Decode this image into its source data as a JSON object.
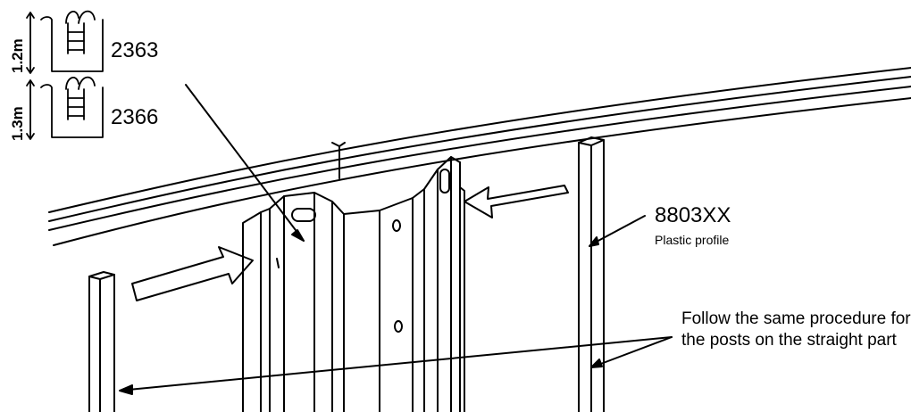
{
  "models": [
    {
      "height": "1.2m",
      "code": "2363",
      "icon": "pool-ladder-icon"
    },
    {
      "height": "1.3m",
      "code": "2366",
      "icon": "pool-ladder-icon"
    }
  ],
  "part": {
    "code": "8803XX",
    "description": "Plastic profile"
  },
  "note": "Follow the same procedure for the posts on the straight part",
  "colors": {
    "line": "#000000",
    "background": "#ffffff"
  }
}
